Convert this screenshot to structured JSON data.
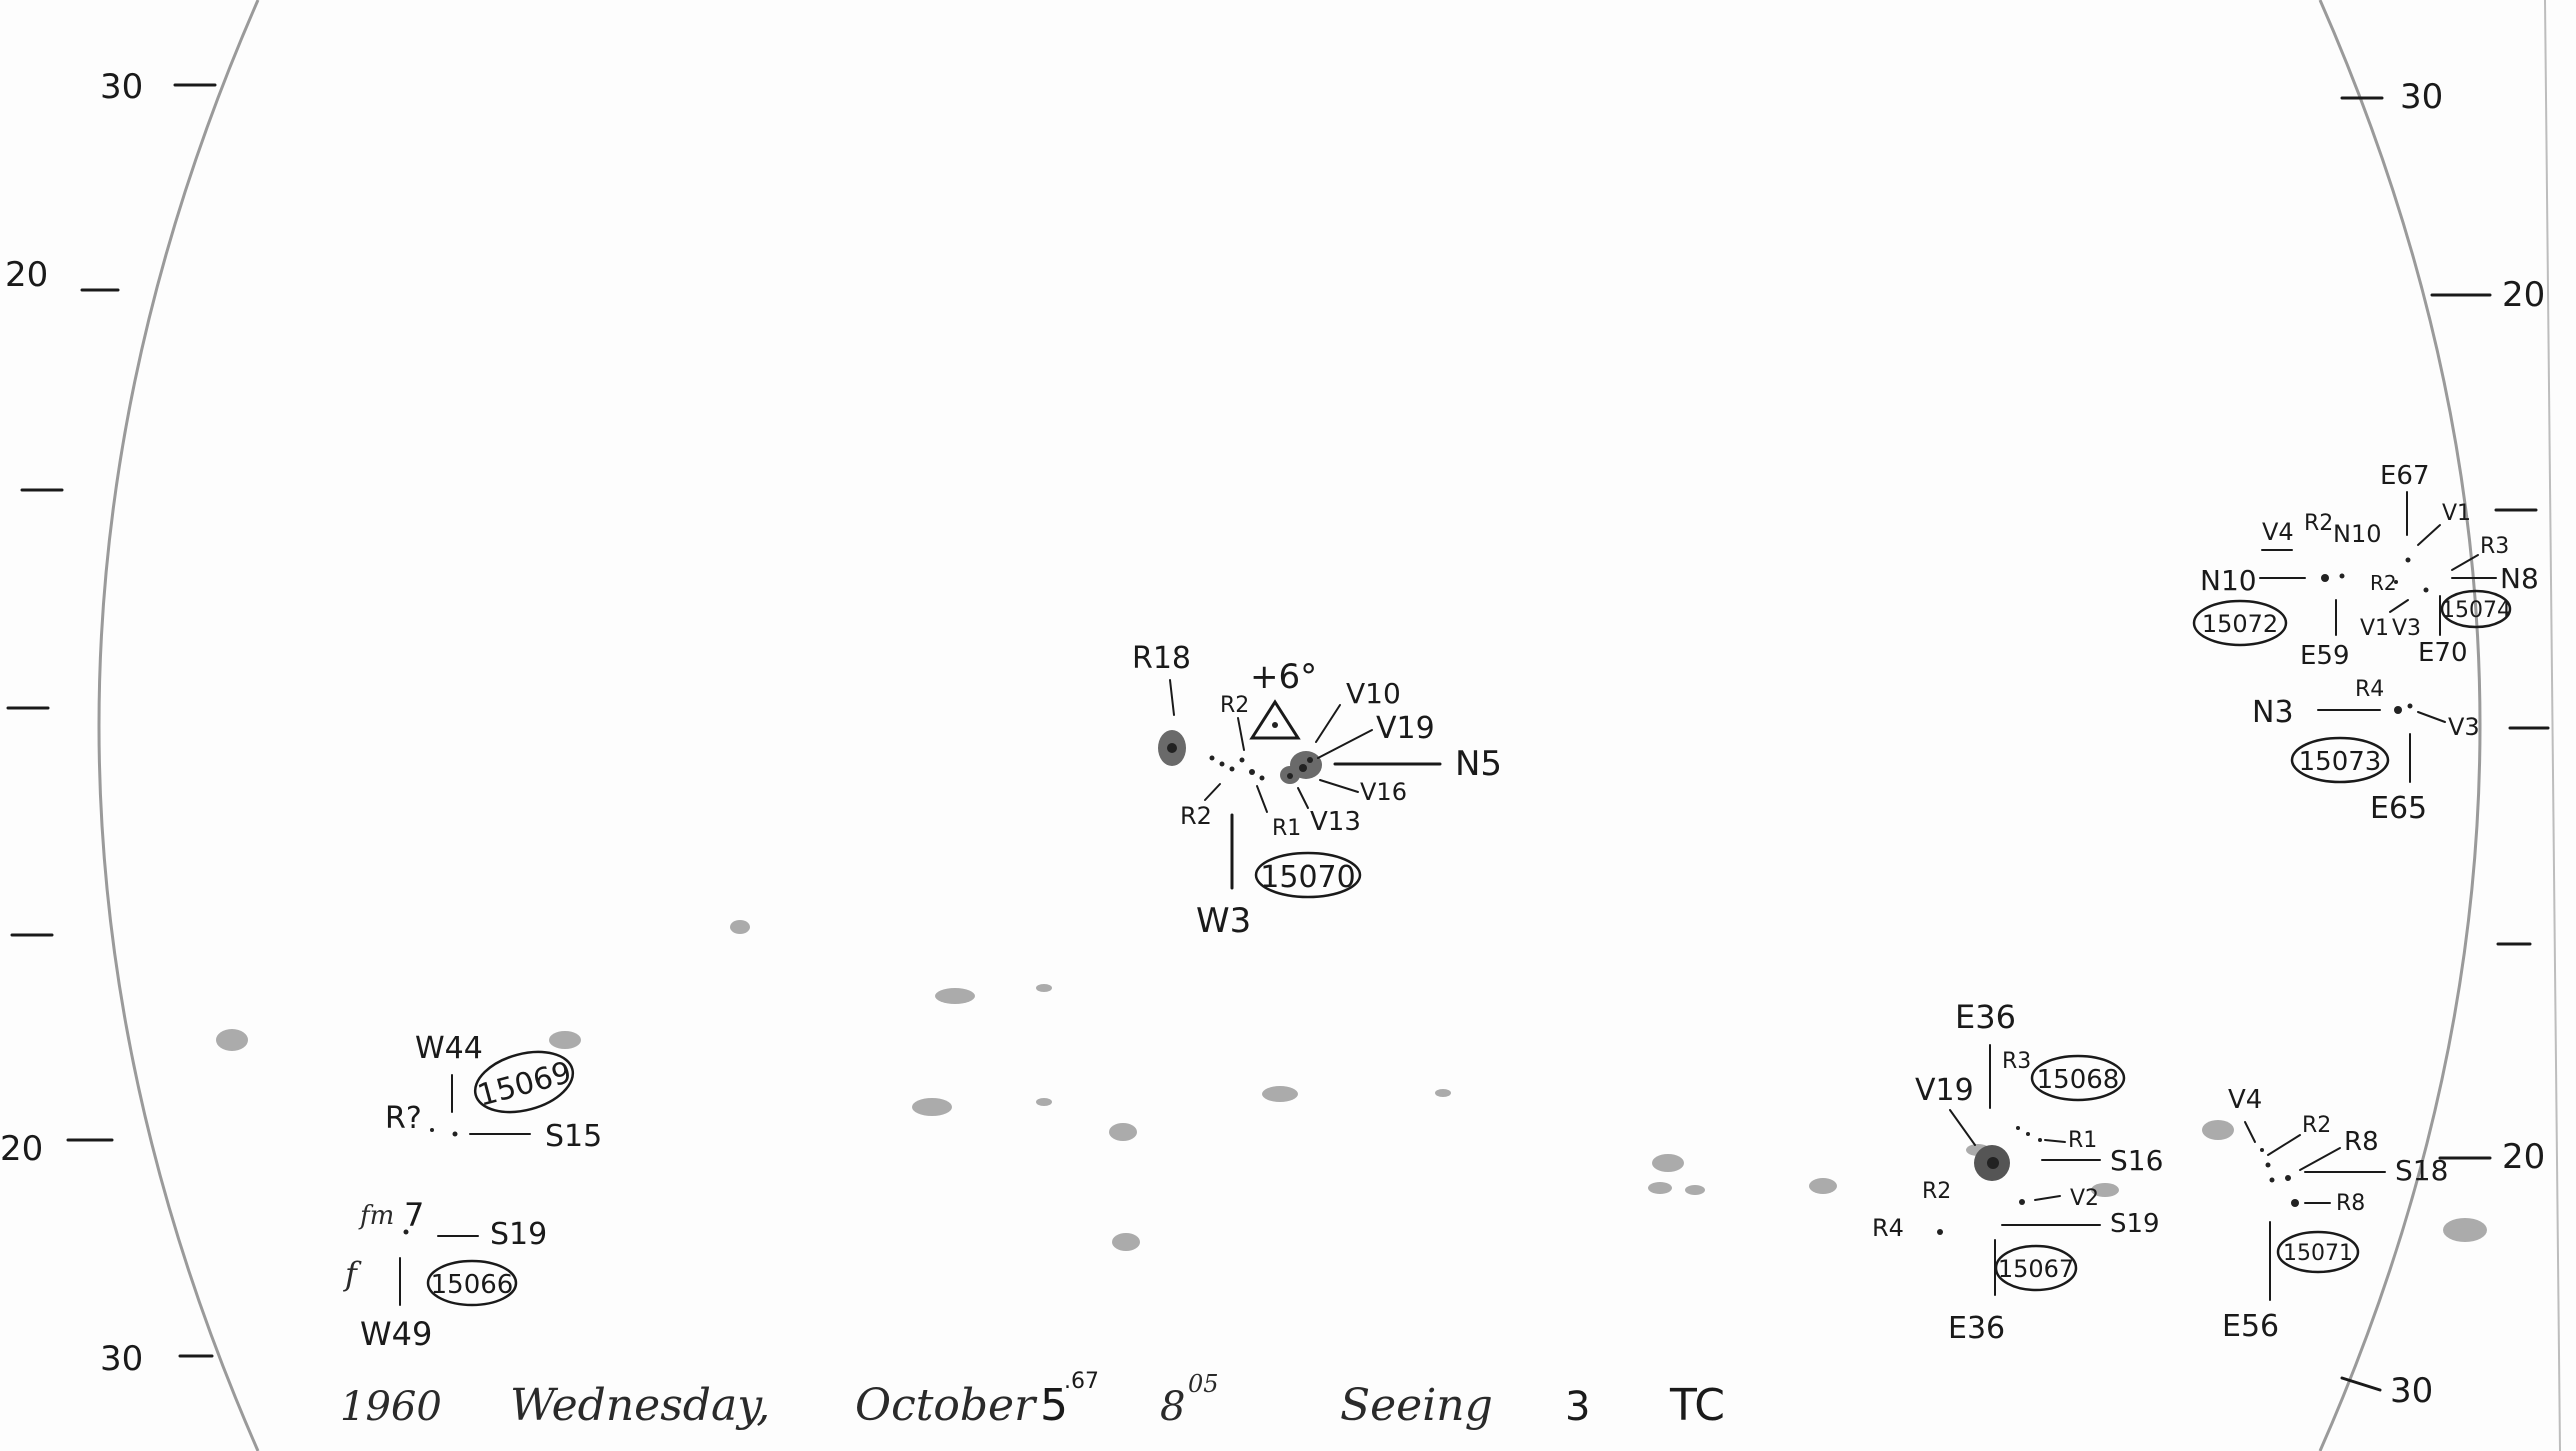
{
  "scale_left": [
    "30",
    "20",
    "20",
    "30"
  ],
  "scale_right": [
    "30",
    "20",
    "20",
    "30"
  ],
  "center": {
    "label_R18": "R18",
    "sign": "+6°",
    "label_R2_top": "R2",
    "label_R2_bottom": "R2",
    "label_R1": "R1",
    "label_V10": "V10",
    "label_V19": "V19",
    "label_V16": "V16",
    "label_V13": "V13",
    "label_N5": "N5",
    "label_W3": "W3",
    "number": "15070"
  },
  "group_15069": {
    "label_W44": "W44",
    "label_R": "R?",
    "label_S15": "S15",
    "number": "15069"
  },
  "group_15066": {
    "label_fm": "fm",
    "label_7": "7",
    "label_f": "f",
    "label_S19": "S19",
    "label_W49": "W49",
    "number": "15066"
  },
  "group_15072": {
    "label_V4": "V4",
    "label_R2": "R2",
    "label_N10_top": "N10",
    "label_N10_left": "N10",
    "label_E59": "E59",
    "number": "15072"
  },
  "group_15074": {
    "label_E67": "E67",
    "label_V1_top": "V1",
    "label_R3": "R3",
    "label_N8": "N8",
    "label_R2": "R2",
    "label_V1_bottom": "V1",
    "label_V3": "V3",
    "label_E70": "E70",
    "number": "15074"
  },
  "group_15073": {
    "label_N3": "N3",
    "label_R4": "R4",
    "label_V3": "V3",
    "label_E65": "E65",
    "number": "15073"
  },
  "group_15068": {
    "label_E36_top": "E36",
    "label_R3": "R3",
    "label_V19": "V19",
    "label_R1": "R1",
    "label_S16": "S16",
    "number": "15068"
  },
  "group_15067": {
    "label_R2": "R2",
    "label_R4": "R4",
    "label_V2": "V2",
    "label_S19": "S19",
    "label_E36_bottom": "E36",
    "number": "15067"
  },
  "group_15071": {
    "label_V4": "V4",
    "label_R2": "R2",
    "label_R8_top": "R8",
    "label_S18": "S18",
    "label_R8_bottom": "R8",
    "label_E56": "E56",
    "number": "15071"
  },
  "footer": {
    "year": "1960",
    "weekday": "Wednesday,",
    "month": "October",
    "day": "5",
    "day_sup": ".67",
    "time": "8",
    "time_sup": "05",
    "seeing_label": "Seeing",
    "seeing_value": "3",
    "observer": "TC"
  }
}
